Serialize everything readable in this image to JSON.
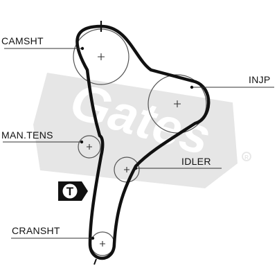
{
  "labels": {
    "camshaft": "CAMSHT",
    "injection_pump": "INJP",
    "manual_tensioner": "MAN.TENS",
    "idler": "IDLER",
    "crankshaft": "CRANSHT"
  },
  "badge": {
    "letter": "T"
  },
  "watermark": {
    "text": "Gates"
  },
  "colors": {
    "belt": "#111111",
    "pulley": "#555555",
    "watermark": "#e6e6e6",
    "text": "#111111"
  },
  "icons": [
    "tension-badge-icon",
    "registered-mark-icon"
  ]
}
